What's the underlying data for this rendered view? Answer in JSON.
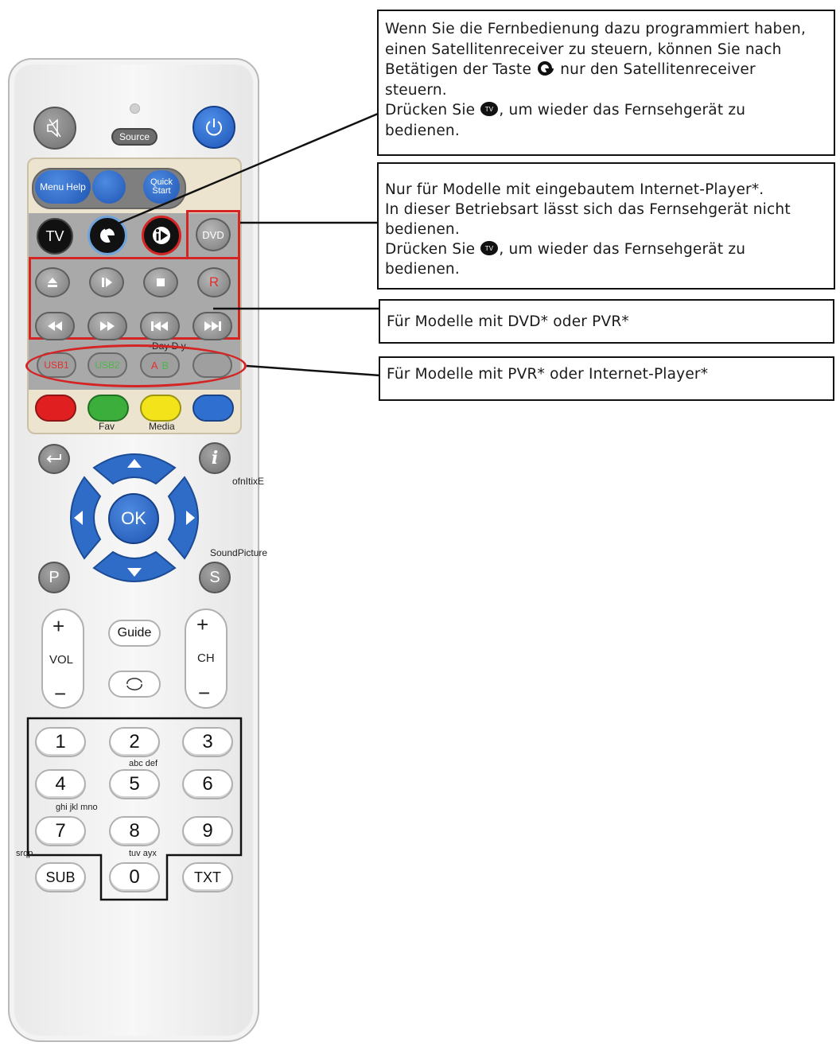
{
  "remote": {
    "top_buttons": {
      "source": "Source"
    },
    "function_row": {
      "menu": "Menu",
      "help": "Help",
      "quick_start": "Quick Start"
    },
    "mode_row": {
      "tv": "TV",
      "dvd": "DVD"
    },
    "pvr_row": {
      "record": "R"
    },
    "usb_row": {
      "usb1": "USB1",
      "usb2": "USB2",
      "a": "A",
      "b": "B",
      "day_label": "-Day D y"
    },
    "color_row": {
      "fav": "Fav",
      "media": "Media",
      "colors": [
        "#e02020",
        "#3cae3c",
        "#f2e31a",
        "#2f6fd0"
      ]
    },
    "nav": {
      "ok": "OK",
      "exit_label": "ofnItixE",
      "sound_picture_label": "SoundPicture",
      "p": "P",
      "s": "S"
    },
    "volume": {
      "plus": "+",
      "minus": "−",
      "label": "VOL"
    },
    "channel": {
      "plus": "+",
      "minus": "−",
      "label": "CH"
    },
    "guide": "Guide",
    "numbers": {
      "keys": [
        "1",
        "2",
        "3",
        "4",
        "5",
        "6",
        "7",
        "8",
        "9",
        "0"
      ],
      "sub_labels": {
        "abc_def": "abc def",
        "ghi_jkl_mno": "ghi jkl mno",
        "tuv_wxyz": "tuv ayx",
        "pqrs": "srqp"
      }
    },
    "sub": "SUB",
    "txt": "TXT",
    "accent_blue": "#2e6cc8",
    "frame_red": "#d42424"
  },
  "callouts": {
    "satellite": {
      "line1": "Wenn Sie die Fernbedienung dazu programmiert haben,",
      "line2": "einen Satellitenreceiver zu steuern, können Sie nach",
      "line3_pre": "Betätigen der Taste",
      "line3_post": "nur den Satellitenreceiver",
      "line4": "steuern.",
      "line5_pre": "Drücken Sie",
      "line5_post": ", um wieder das Fernsehgerät zu",
      "line6": "bedienen."
    },
    "internet": {
      "line1": "Nur für Modelle mit eingebautem Internet-Player*.",
      "line2": "In dieser Betriebsart lässt sich das Fernsehgerät nicht",
      "line3": "bedienen.",
      "line4_pre": "Drücken Sie",
      "line4_post": ", um wieder das Fernsehgerät zu",
      "line5": "bedienen."
    },
    "dvd_pvr": {
      "text": "Für Modelle mit DVD* oder PVR*"
    },
    "pvr_internet": {
      "text": "Für Modelle mit PVR* oder Internet-Player*"
    }
  }
}
